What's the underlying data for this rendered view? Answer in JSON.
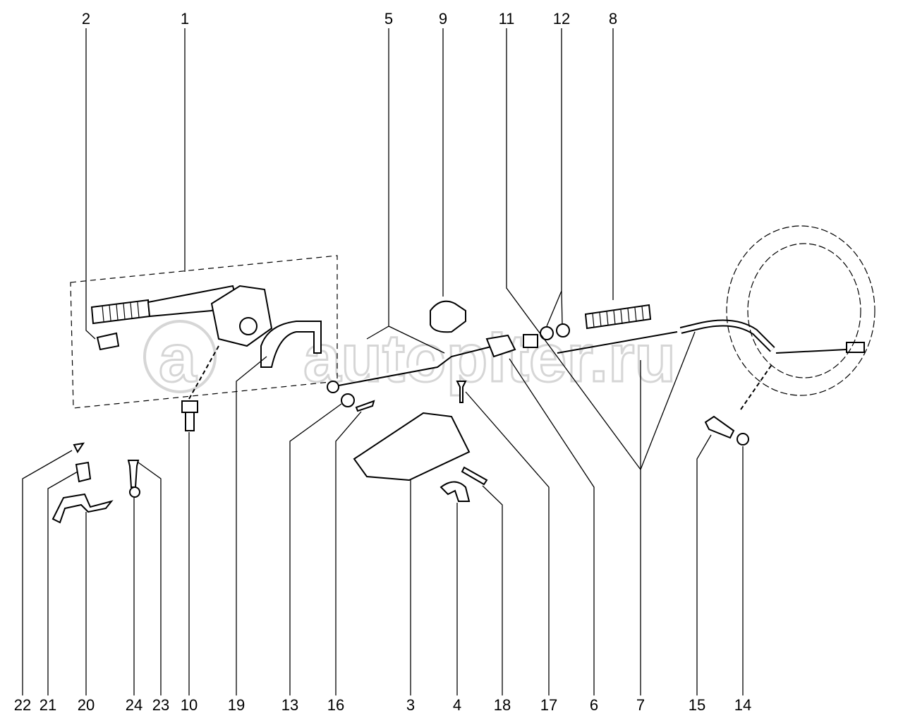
{
  "diagram": {
    "title": "Parking brake assembly exploded view",
    "top_labels": [
      "2",
      "1",
      "5",
      "9",
      "11",
      "12",
      "8"
    ],
    "bottom_labels": [
      "22",
      "21",
      "20",
      "24",
      "23",
      "10",
      "19",
      "13",
      "16",
      "3",
      "4",
      "18",
      "17",
      "6",
      "7",
      "15",
      "14"
    ],
    "watermark": "autopiter.ru"
  }
}
